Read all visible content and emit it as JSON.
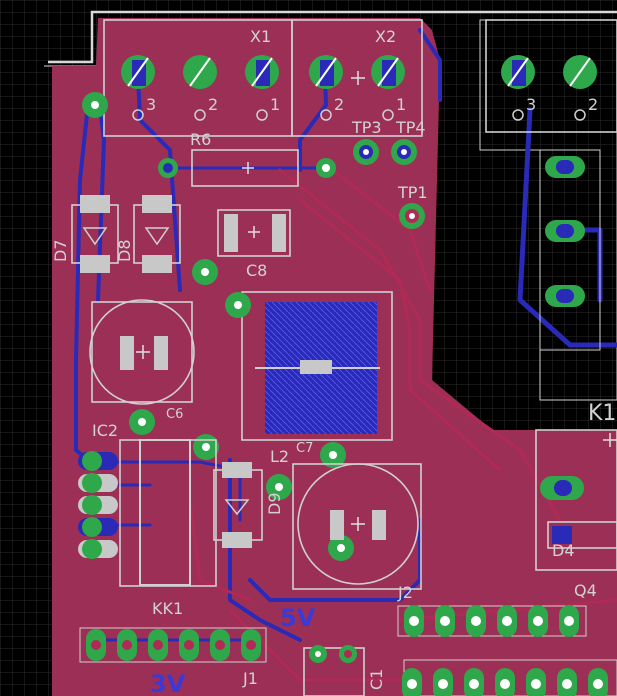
{
  "colors": {
    "background": "#000000",
    "grid": "#2c2c2c",
    "top_copper_pour": "#9c2f55",
    "top_copper_trace": "#b02a55",
    "bottom_copper": "#2a2ab8",
    "pad": "#2ea84a",
    "silkscreen": "#d0d0d0",
    "board_outline": "#d8d8d8"
  },
  "labels": {
    "x1": "X1",
    "x2": "X2",
    "x1_pin3": "3",
    "x1_pin2": "2",
    "x1_pin1": "1",
    "x2_pin2": "2",
    "x2_pin1": "1",
    "conn_right_pin3": "3",
    "conn_right_pin2": "2",
    "r6": "R6",
    "tp3": "TP3",
    "tp4": "TP4",
    "tp1": "TP1",
    "d7": "D7",
    "d8": "D8",
    "c8": "C8",
    "c6": "C6",
    "c7": "C7",
    "ic2": "IC2",
    "l2": "L2",
    "d9": "D9",
    "k1": "K1",
    "d4": "D4",
    "q4": "Q4",
    "j2": "J2",
    "kk1": "KK1",
    "j1": "J1",
    "c1": "C1",
    "net_5v": "5V",
    "net_3v": "3V"
  },
  "icons": [
    "through-hole-pad",
    "via",
    "smd-pad",
    "test-point",
    "polarity-cross"
  ]
}
